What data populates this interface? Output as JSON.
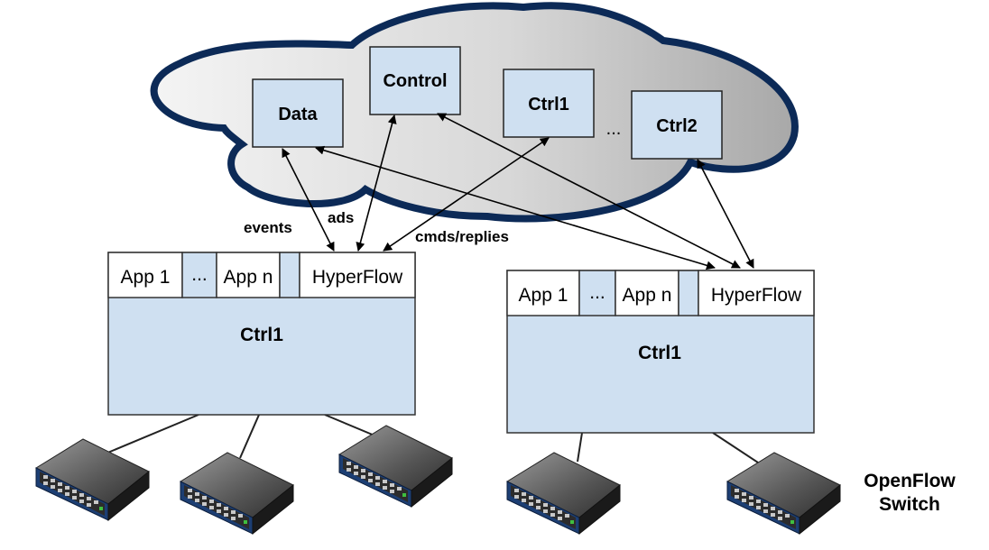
{
  "cloud": {
    "data_label": "Data",
    "control_label": "Control",
    "ctrl1_label": "Ctrl1",
    "ellipsis": "...",
    "ctrl2_label": "Ctrl2"
  },
  "edge_labels": {
    "events": "events",
    "ads": "ads",
    "cmds": "cmds/replies"
  },
  "controller_left": {
    "app1": "App 1",
    "ellipsis": "...",
    "appn": "App n",
    "hyperflow": "HyperFlow",
    "name": "Ctrl1"
  },
  "controller_right": {
    "app1": "App 1",
    "ellipsis": "...",
    "appn": "App n",
    "hyperflow": "HyperFlow",
    "name": "Ctrl1"
  },
  "switch_legend": {
    "line1": "OpenFlow",
    "line2": "Switch"
  },
  "colors": {
    "box_fill": "#cfe0f1",
    "cloud_outline": "#0c2a57",
    "switch_top": "#5f5f5f",
    "switch_front": "#1c3e73"
  }
}
